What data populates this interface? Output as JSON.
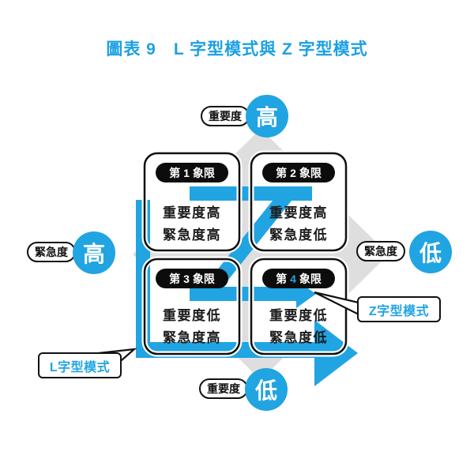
{
  "title": "圖表 9　L 字型模式與 Z 字型模式",
  "colors": {
    "accent": "#21a4e2",
    "diamond_gray": "#dedede",
    "pill_black": "#0c0c0c"
  },
  "axes": {
    "top": {
      "label": "重要度",
      "value": "高"
    },
    "bottom": {
      "label": "重要度",
      "value": "低"
    },
    "left": {
      "label": "緊急度",
      "value": "高"
    },
    "right": {
      "label": "緊急度",
      "value": "低"
    }
  },
  "quadrants": [
    {
      "pill": {
        "p1": "第",
        "num": "1",
        "p2": "象限"
      },
      "lines": [
        "重要度高",
        "緊急度高"
      ]
    },
    {
      "pill": {
        "p1": "第",
        "num": "2",
        "p2": "象限"
      },
      "lines": [
        "重要度高",
        "緊急度低"
      ]
    },
    {
      "pill": {
        "p1": "第",
        "num": "3",
        "p2": "象限"
      },
      "lines": [
        "重要度低",
        "緊急度高"
      ]
    },
    {
      "pill": {
        "p1": "第",
        "num": "4",
        "p2": "象限"
      },
      "lines": [
        "重要度低",
        "緊急度低"
      ]
    }
  ],
  "callouts": {
    "l": "L字型模式",
    "z": "Z字型模式"
  },
  "arrows": {
    "l_shape": "L-shaped path: down left side then right along bottom",
    "z_shape": "Z-shaped path: right, diagonal down-left, right"
  }
}
